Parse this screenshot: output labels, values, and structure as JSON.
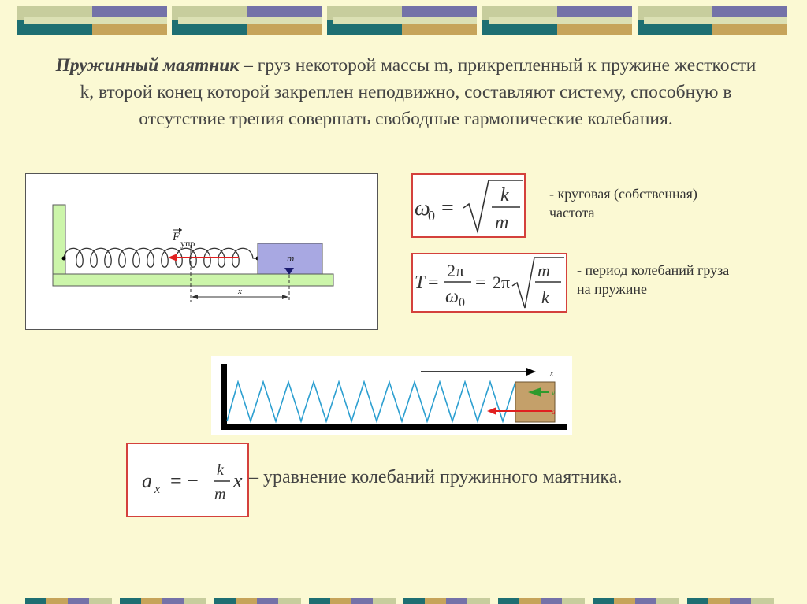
{
  "intro": {
    "term": "Пружинный маятник",
    "text": " – груз некоторой массы m, прикрепленный к пружине жесткости k, второй конец которой закреплен неподвижно, составляют систему, способную в отсутствие трения совершать свободные гармонические колебания."
  },
  "diagram1": {
    "force_label": "F",
    "force_sub": "упр",
    "mass_label": "m",
    "x_label": "x"
  },
  "formula1": {
    "lhs": "ω",
    "lhs_sub": "0",
    "eq": "=",
    "num": "k",
    "den": "m"
  },
  "note1": {
    "line1": "- круговая (собственная)",
    "line2": "частота"
  },
  "formula2": {
    "lhs": "T",
    "eq": "=",
    "num1": "2π",
    "den1": "ω",
    "den1_sub": "0",
    "eq2": "=",
    "coef": "2π",
    "num2": "m",
    "den2": "k"
  },
  "note2": {
    "line1": "- период колебаний груза",
    "line2": "на пружине"
  },
  "diagram2": {
    "x_label": "x",
    "v_label": "v",
    "a_label": "a"
  },
  "formula3": {
    "lhs": "a",
    "lhs_sub": "x",
    "eq": "= −",
    "num": "k",
    "den": "m",
    "rhs": "x",
    "dash": " –",
    "caption": " уравнение колебаний пружинного маятника."
  },
  "colors": {
    "frame_red": "#d4413c",
    "green_support": "#ccf5aa",
    "mass_blue": "#a8a8e2",
    "mass_brown": "#c4a06a",
    "spring_blue": "#2c9fd0",
    "force_red": "#e02020"
  }
}
